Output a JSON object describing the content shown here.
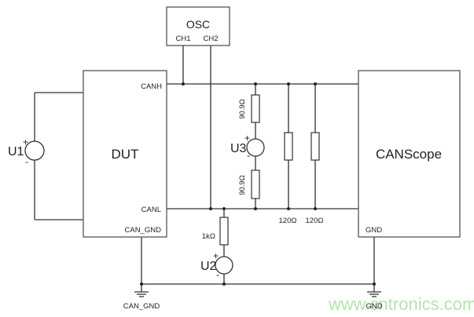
{
  "diagram": {
    "blocks": {
      "osc": {
        "label": "OSC",
        "ch1": "CH1",
        "ch2": "CH2"
      },
      "dut": {
        "label": "DUT",
        "canh": "CANH",
        "canl": "CANL",
        "can_gnd": "CAN_GND"
      },
      "canscope": {
        "label": "CANScope",
        "gnd": "GND"
      }
    },
    "sources": {
      "u1": {
        "label": "U1",
        "plus": "+",
        "minus": "-"
      },
      "u2": {
        "label": "U2",
        "plus": "+",
        "minus": "-"
      },
      "u3": {
        "label": "U3",
        "plus": "+",
        "minus": "-"
      }
    },
    "resistors": {
      "r_top": "90.9Ω",
      "r_bottom": "90.9Ω",
      "r_term1": "120Ω",
      "r_term2": "120Ω",
      "r_u2": "1kΩ"
    },
    "grounds": {
      "left": "CAN_GND",
      "right": "GND"
    },
    "watermark": "www.cntronics.com"
  }
}
